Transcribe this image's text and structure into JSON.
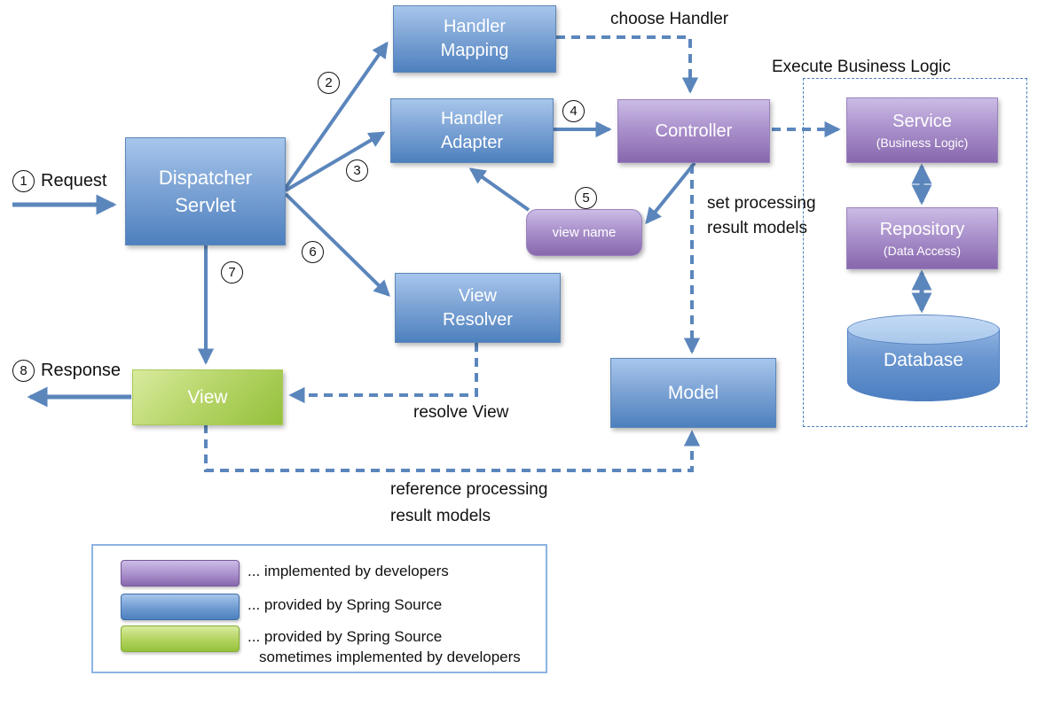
{
  "nodes": {
    "dispatcher_servlet": {
      "label": "Dispatcher Servlet"
    },
    "handler_mapping": {
      "label": "Handler Mapping"
    },
    "handler_adapter": {
      "label": "Handler Adapter"
    },
    "controller": {
      "label": "Controller"
    },
    "view_name": {
      "label": "view name"
    },
    "view_resolver": {
      "label": "View Resolver"
    },
    "view": {
      "label": "View"
    },
    "model": {
      "label": "Model"
    },
    "service": {
      "label": "Service",
      "sublabel": "(Business Logic)"
    },
    "repository": {
      "label": "Repository",
      "sublabel": "(Data Access)"
    },
    "database": {
      "label": "Database"
    }
  },
  "steps": {
    "s1": "1",
    "s2": "2",
    "s3": "3",
    "s4": "4",
    "s5": "5",
    "s6": "6",
    "s7": "7",
    "s8": "8"
  },
  "labels": {
    "request": "Request",
    "response": "Response",
    "choose_handler": "choose Handler",
    "execute_business_logic": "Execute Business Logic",
    "set_processing_line1": "set processing",
    "set_processing_line2": "result models",
    "resolve_view": "resolve View",
    "reference_line1": "reference processing",
    "reference_line2": "result models"
  },
  "legend": {
    "item1": "... implemented by developers",
    "item2": "... provided by Spring Source",
    "item3_line1": "... provided by Spring Source",
    "item3_line2": "sometimes implemented by developers"
  },
  "colors": {
    "box_blue": "#4d80be",
    "box_purple": "#8767ad",
    "box_green": "#95c13c",
    "arrow_blue": "#5b86bc"
  }
}
